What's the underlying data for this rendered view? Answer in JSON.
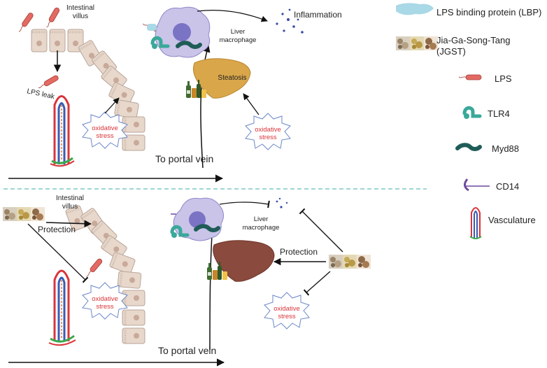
{
  "top_panel": {
    "intestinal_villus": [
      "Intestinal",
      "villus"
    ],
    "lps_leak": "LPS leak",
    "oxidative_stress_gut": [
      "oxidative",
      "stress"
    ],
    "liver_macrophage": [
      "Liver",
      "macrophage"
    ],
    "inflammation": "Inflammation",
    "steatosis": "Steatosis",
    "oxidative_stress_liver": [
      "oxidative",
      "stress"
    ],
    "portal_vein": "To portal vein"
  },
  "bottom_panel": {
    "intestinal_villus": [
      "Intestinal",
      "villus"
    ],
    "protection_gut": "Protection",
    "oxidative_stress_gut": [
      "oxidative",
      "stress"
    ],
    "liver_macrophage": [
      "Liver",
      "macrophage"
    ],
    "protection_liver": "Protection",
    "oxidative_stress_liver": [
      "oxidative",
      "stress"
    ],
    "portal_vein": "To portal vein"
  },
  "legend": {
    "lbp": "LPS binding protein (LBP)",
    "jgst": [
      "Jia-Ga-Song-Tang",
      "(JGST)"
    ],
    "lps": "LPS",
    "tlr4": "TLR4",
    "myd88": "Myd88",
    "cd14": "CD14",
    "vasculature": "Vasculature"
  },
  "colors": {
    "cell_fill": "#e8d8cc",
    "cell_border": "#b8a598",
    "nucleus": "#c9a999",
    "macrophage": "#c9c4e8",
    "macrophage_nucleus": "#7b73c4",
    "liver_steatosis": "#d9a64a",
    "liver_healthy": "#8a4a3e",
    "lps_red": "#d9534f",
    "tlr4_teal": "#3aa89a",
    "myd88_teal": "#1f5c58",
    "cd14_purple": "#6e4a9e",
    "stress_red": "#d9343a",
    "divider": "#7ec9c2",
    "lbp": "#a9d8e6"
  },
  "icons": [
    "jgst-herb-icon",
    "lps-bacterium-icon",
    "tlr4-receptor-icon",
    "myd88-icon",
    "cd14-icon",
    "vasculature-icon",
    "alcohol-bottles-icon",
    "liver-icon",
    "macrophage-icon"
  ]
}
